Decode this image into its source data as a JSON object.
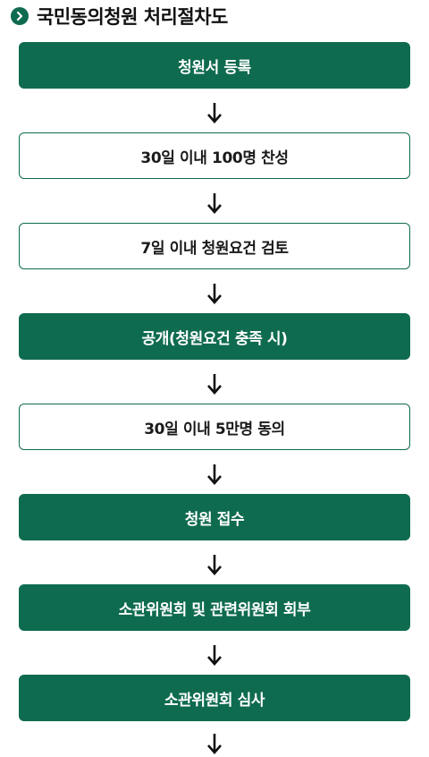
{
  "title": "국민동의청원 처리절차도",
  "accent_color": "#0f6b4f",
  "title_icon": "chevron-right-circle-icon",
  "arrow_icon": "arrow-down-icon",
  "steps": [
    {
      "label": "청원서 등록",
      "style": "filled"
    },
    {
      "label": "30일 이내 100명 찬성",
      "style": "outline"
    },
    {
      "label": "7일 이내 청원요건 검토",
      "style": "outline"
    },
    {
      "label": "공개(청원요건 충족 시)",
      "style": "filled"
    },
    {
      "label": "30일 이내 5만명 동의",
      "style": "outline"
    },
    {
      "label": "청원 접수",
      "style": "filled"
    },
    {
      "label": "소관위원회 및 관련위원회 회부",
      "style": "filled"
    },
    {
      "label": "소관위원회 심사",
      "style": "filled"
    }
  ]
}
